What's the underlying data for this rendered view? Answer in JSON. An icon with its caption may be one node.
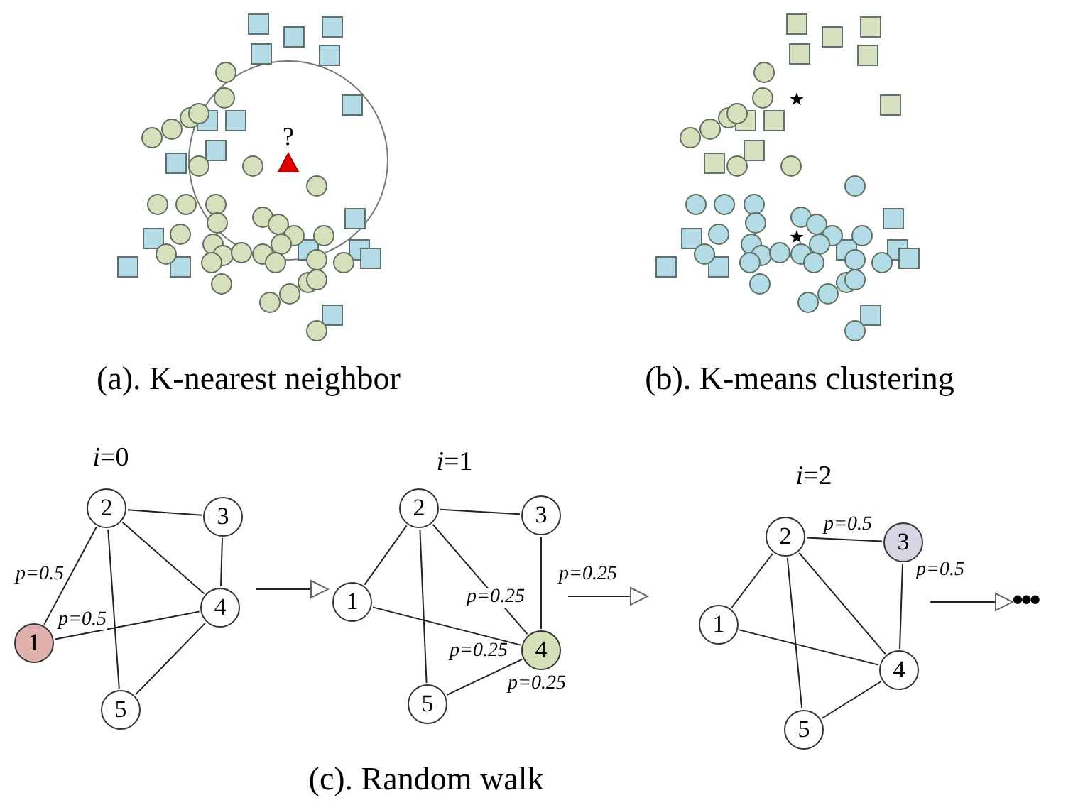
{
  "diagram": {
    "nodes": [
      {
        "text": [
          "*i*=0"
        ]
      },
      {
        "text": [
          "1"
        ],
        "in": 0
      },
      {
        "text": [
          "2"
        ],
        "in": 0
      },
      {
        "text": [
          "3"
        ],
        "in": 0
      },
      {
        "text": [
          "4"
        ],
        "in": 0
      },
      {
        "text": [
          "5"
        ],
        "in": 0
      },
      {
        "text": [
          "*i*=1"
        ]
      },
      {
        "text": [
          "1"
        ],
        "in": 6
      },
      {
        "text": [
          "2"
        ],
        "in": 6
      },
      {
        "text": [
          "3"
        ],
        "in": 6
      },
      {
        "text": [
          "4"
        ],
        "in": 6
      },
      {
        "text": [
          "5"
        ],
        "in": 6
      },
      {
        "text": [
          "*i*=2"
        ]
      },
      {
        "text": [
          "1"
        ],
        "in": 12
      },
      {
        "text": [
          "2"
        ],
        "in": 12
      },
      {
        "text": [
          "3"
        ],
        "in": 12
      },
      {
        "text": [
          "4"
        ],
        "in": 12
      },
      {
        "text": [
          "5"
        ],
        "in": 12
      },
      {
        "text": [
          "•••"
        ]
      }
    ],
    "edges": [
      {
        "from": 1,
        "to": 2,
        "arrow": "none",
        "label": "p=0.5"
      },
      {
        "from": 2,
        "to": 3,
        "arrow": "none"
      },
      {
        "from": 2,
        "to": 4,
        "arrow": "none"
      },
      {
        "from": 2,
        "to": 5,
        "arrow": "none"
      },
      {
        "from": 1,
        "to": 4,
        "arrow": "none",
        "label": "p=0.5"
      },
      {
        "from": 3,
        "to": 4,
        "arrow": "none"
      },
      {
        "from": 4,
        "to": 5,
        "arrow": "none"
      },
      {
        "from": 0,
        "to": 6,
        "arrow": "to"
      },
      {
        "from": 7,
        "to": 8,
        "arrow": "none"
      },
      {
        "from": 8,
        "to": 9,
        "arrow": "none"
      },
      {
        "from": 8,
        "to": 10,
        "arrow": "none",
        "label": "p=0.25"
      },
      {
        "from": 8,
        "to": 11,
        "arrow": "none"
      },
      {
        "from": 7,
        "to": 10,
        "arrow": "none",
        "label": "p=0.25"
      },
      {
        "from": 9,
        "to": 10,
        "arrow": "none",
        "label": "p=0.25"
      },
      {
        "from": 10,
        "to": 11,
        "arrow": "none",
        "label": "p=0.25"
      },
      {
        "from": 6,
        "to": 12,
        "arrow": "to"
      },
      {
        "from": 13,
        "to": 14,
        "arrow": "none"
      },
      {
        "from": 14,
        "to": 15,
        "arrow": "none",
        "label": "p=0.5"
      },
      {
        "from": 14,
        "to": 16,
        "arrow": "none"
      },
      {
        "from": 14,
        "to": 17,
        "arrow": "none"
      },
      {
        "from": 13,
        "to": 16,
        "arrow": "none"
      },
      {
        "from": 15,
        "to": 16,
        "arrow": "none",
        "label": "p=0.5"
      },
      {
        "from": 16,
        "to": 17,
        "arrow": "none"
      },
      {
        "from": 12,
        "to": 18,
        "arrow": "to"
      }
    ],
    "labels": [
      "?",
      "(a). K-nearest neighbor",
      "(b). K-means clustering",
      "(c). Random walk"
    ]
  }
}
